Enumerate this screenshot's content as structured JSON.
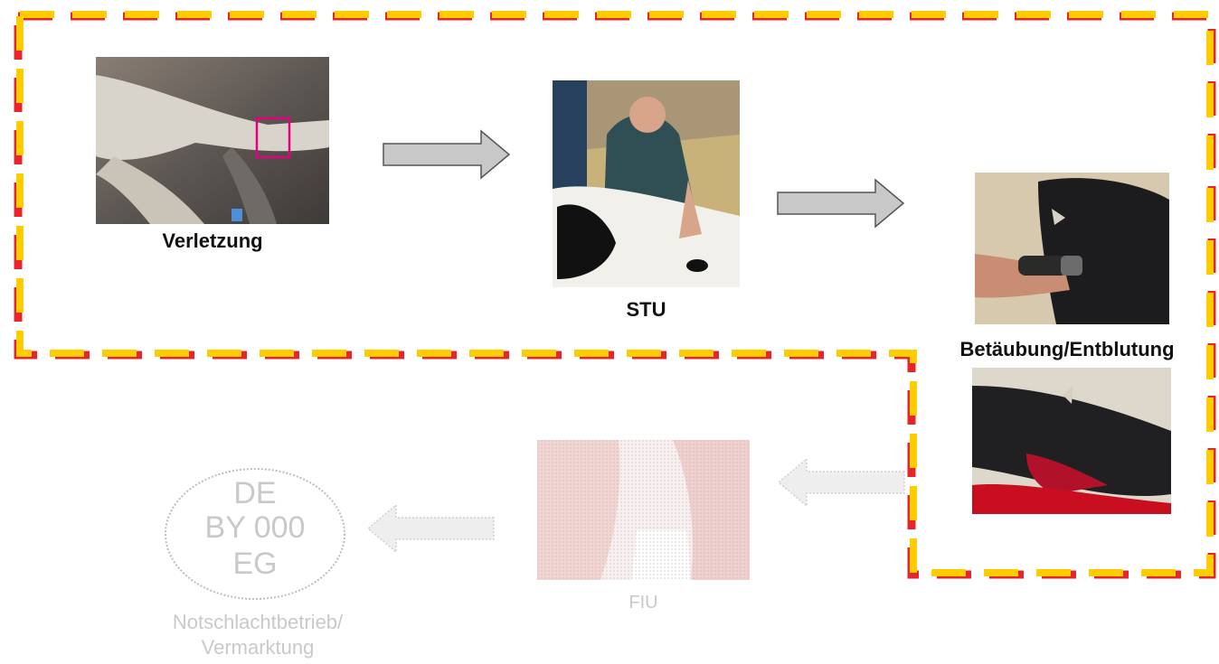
{
  "steps": {
    "injury": {
      "label": "Verletzung"
    },
    "vet": {
      "label": "STU"
    },
    "stun": {
      "label": "Betäubung/Entblutung"
    },
    "fiu": {
      "label": "FIU"
    },
    "stamp": {
      "line1": "DE",
      "line2": "BY 000",
      "line3": "EG"
    },
    "market": {
      "label_line1": "Notschlachtbetrieb/",
      "label_line2": "Vermarktung"
    }
  },
  "colors": {
    "border_outer": "#e8242b",
    "border_inner": "#ffcc00",
    "arrow_fill": "#c8c8c8",
    "arrow_stroke": "#555555",
    "highlight_box": "#e6007e"
  }
}
